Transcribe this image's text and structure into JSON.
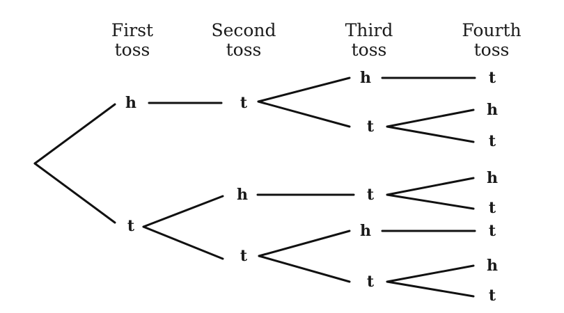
{
  "headers": {
    "first": [
      "First",
      "toss"
    ],
    "second": [
      "Second",
      "toss"
    ],
    "third": [
      "Third",
      "toss"
    ],
    "fourth": [
      "Fourth",
      "toss"
    ]
  },
  "tree": {
    "level1": [
      "h",
      "t"
    ],
    "level2": [
      "t",
      "h",
      "t"
    ],
    "level3": [
      "h",
      "t",
      "t",
      "h",
      "t"
    ],
    "level4": [
      "t",
      "h",
      "t",
      "h",
      "t",
      "t",
      "h",
      "t"
    ]
  }
}
